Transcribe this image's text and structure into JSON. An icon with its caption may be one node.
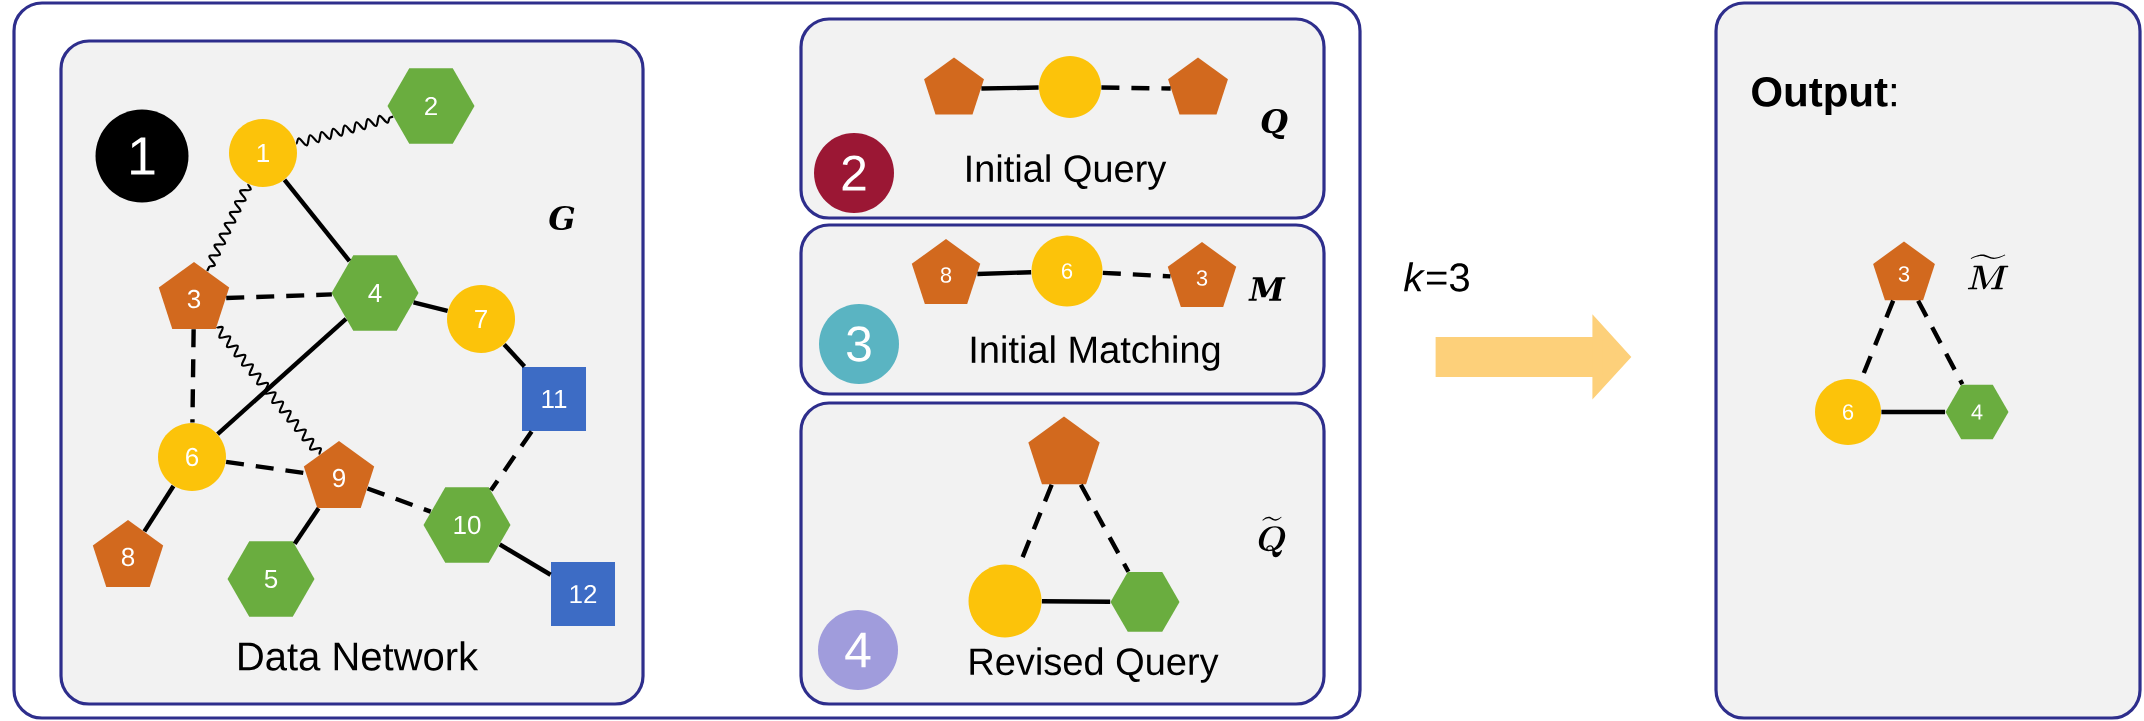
{
  "diagram": {
    "nodes": [
      {
        "text": [],
        "shape": "box"
      },
      {
        "text": [
          "Data Network"
        ],
        "in": 0
      },
      {
        "text": [
          "1"
        ],
        "in": 1
      },
      {
        "text": [
          "1"
        ],
        "in": 1
      },
      {
        "text": [
          "2"
        ],
        "in": 1
      },
      {
        "text": [
          "3"
        ],
        "in": 1
      },
      {
        "text": [
          "4"
        ],
        "in": 1
      },
      {
        "text": [
          "5"
        ],
        "in": 1
      },
      {
        "text": [
          "6"
        ],
        "in": 1
      },
      {
        "text": [
          "7"
        ],
        "in": 1
      },
      {
        "text": [
          "8"
        ],
        "in": 1
      },
      {
        "text": [
          "9"
        ],
        "in": 1
      },
      {
        "text": [
          "10"
        ],
        "in": 1
      },
      {
        "text": [
          "11"
        ],
        "in": 1
      },
      {
        "text": [
          "12"
        ],
        "in": 1
      },
      {
        "text": [
          "Initial Query"
        ],
        "in": 0
      },
      {
        "text": [
          "2"
        ],
        "in": 15
      },
      {
        "text": [],
        "shape": "pentagon",
        "in": 15
      },
      {
        "text": [],
        "shape": "circle",
        "in": 15
      },
      {
        "text": [],
        "shape": "pentagon",
        "in": 15
      },
      {
        "text": [
          "Initial Matching"
        ],
        "in": 0
      },
      {
        "text": [
          "3"
        ],
        "in": 20
      },
      {
        "text": [
          "8"
        ],
        "in": 20
      },
      {
        "text": [
          "6"
        ],
        "in": 20
      },
      {
        "text": [
          "3"
        ],
        "in": 20
      },
      {
        "text": [
          "Revised Query"
        ],
        "in": 0
      },
      {
        "text": [
          "4"
        ],
        "in": 25
      },
      {
        "text": [],
        "shape": "pentagon",
        "in": 25
      },
      {
        "text": [],
        "shape": "circle",
        "in": 25
      },
      {
        "text": [],
        "shape": "hexagon",
        "in": 25
      },
      {
        "text": [
          "**Output**:"
        ]
      },
      {
        "text": [
          "3"
        ],
        "in": 30
      },
      {
        "text": [
          "6"
        ],
        "in": 30
      },
      {
        "text": [
          "4"
        ],
        "in": 30
      }
    ],
    "edges": [
      {
        "from": 3,
        "to": 4,
        "arrow": "none"
      },
      {
        "from": 3,
        "to": 5,
        "arrow": "none"
      },
      {
        "from": 3,
        "to": 6,
        "arrow": "none"
      },
      {
        "from": 5,
        "to": 6,
        "arrow": "none",
        "style": "dashed"
      },
      {
        "from": 6,
        "to": 9,
        "arrow": "none"
      },
      {
        "from": 9,
        "to": 13,
        "arrow": "none"
      },
      {
        "from": 5,
        "to": 8,
        "arrow": "none",
        "style": "dashed"
      },
      {
        "from": 5,
        "to": 11,
        "arrow": "none"
      },
      {
        "from": 6,
        "to": 8,
        "arrow": "none"
      },
      {
        "from": 8,
        "to": 11,
        "arrow": "none",
        "style": "dashed"
      },
      {
        "from": 11,
        "to": 12,
        "arrow": "none",
        "style": "dashed"
      },
      {
        "from": 13,
        "to": 12,
        "arrow": "none",
        "style": "dashed"
      },
      {
        "from": 12,
        "to": 14,
        "arrow": "none"
      },
      {
        "from": 8,
        "to": 10,
        "arrow": "none"
      },
      {
        "from": 11,
        "to": 7,
        "arrow": "none"
      },
      {
        "from": 17,
        "to": 18,
        "arrow": "none"
      },
      {
        "from": 18,
        "to": 19,
        "arrow": "none",
        "style": "dashed"
      },
      {
        "from": 22,
        "to": 23,
        "arrow": "none"
      },
      {
        "from": 23,
        "to": 24,
        "arrow": "none",
        "style": "dashed"
      },
      {
        "from": 27,
        "to": 28,
        "arrow": "none",
        "style": "dashed"
      },
      {
        "from": 27,
        "to": 29,
        "arrow": "none",
        "style": "dashed"
      },
      {
        "from": 28,
        "to": 29,
        "arrow": "none"
      },
      {
        "from": 31,
        "to": 32,
        "arrow": "none",
        "style": "dashed"
      },
      {
        "from": 31,
        "to": 33,
        "arrow": "none",
        "style": "dashed"
      },
      {
        "from": 32,
        "to": 33,
        "arrow": "none"
      },
      {
        "from": 0,
        "to": 30,
        "arrow": "to",
        "style": "thick",
        "color": "#fdd07a",
        "label": "*k*=3"
      }
    ],
    "labels": [
      "G",
      "Q",
      "M",
      "\\widetilde{\\boldsymbol{Q}}",
      "\\widetilde{\\boldsymbol{M}}"
    ]
  }
}
